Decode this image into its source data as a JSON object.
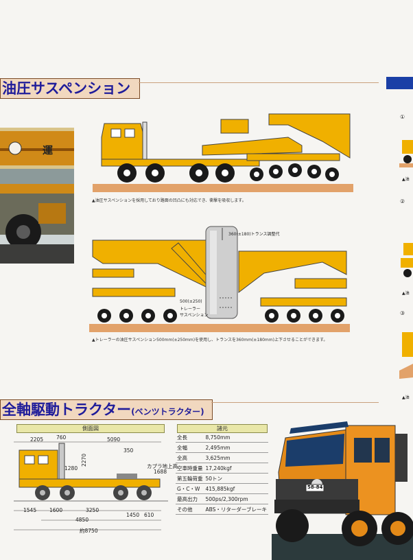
{
  "section1": {
    "title": "油圧サスペンション",
    "caption1": "▲油圧サスペンションを採用しており路面の凹凸にも対応でき、衝撃を吸収します。",
    "label_top": "360(±180)トランス調整代",
    "label_bottom_1": "500(±250)",
    "label_bottom_2": "トレーラー",
    "label_bottom_3": "サスペンション",
    "caption2": "▲トレーラーの油圧サスペンション500mm(±250mm)を使用し、トランスを360mm(±180mm)上下させることができます。"
  },
  "section2": {
    "title": "全軸駆動トラクター",
    "subtitle": "(ベンツトラクター)",
    "side_view_label": "側面図",
    "spec_label": "諸元",
    "dims": {
      "d2205": "2205",
      "d760": "760",
      "d5090": "5090",
      "d350": "350",
      "d2270": "2270",
      "d1280": "1280",
      "coupler_label": "カプラ地上高",
      "coupler_value": "1688",
      "d1545": "1545",
      "d1600": "1600",
      "d3250": "3250",
      "d1450": "1450",
      "d610": "610",
      "d4850": "4850",
      "d8750": "約8750"
    },
    "specs": [
      {
        "key": "全長",
        "value": "8,750mm"
      },
      {
        "key": "全幅",
        "value": "2,495mm"
      },
      {
        "key": "全高",
        "value": "3,625mm"
      },
      {
        "key": "空車時重量",
        "value": "17,240kgf"
      },
      {
        "key": "第五輪荷重",
        "value": "50トン"
      },
      {
        "key": "G・C・W",
        "value": "415,885kgf"
      },
      {
        "key": "最高出力",
        "value": "500ps/2,300rpm"
      },
      {
        "key": "その他",
        "value": "ABS・リターダーブレーキ"
      }
    ]
  },
  "right_strip": {
    "num1": "①",
    "num2": "②",
    "num3": "③",
    "cap1": "▲油",
    "cap2": "▲油",
    "cap3": "▲油"
  },
  "photos": {
    "top_left_text": "運",
    "truck_plate": "58-84"
  },
  "colors": {
    "header_bg": "#f1d8bf",
    "header_text": "#1f1c9a",
    "machine_yellow": "#f0b000",
    "ground": "#e2a26a",
    "tire": "#1a1a1a"
  }
}
